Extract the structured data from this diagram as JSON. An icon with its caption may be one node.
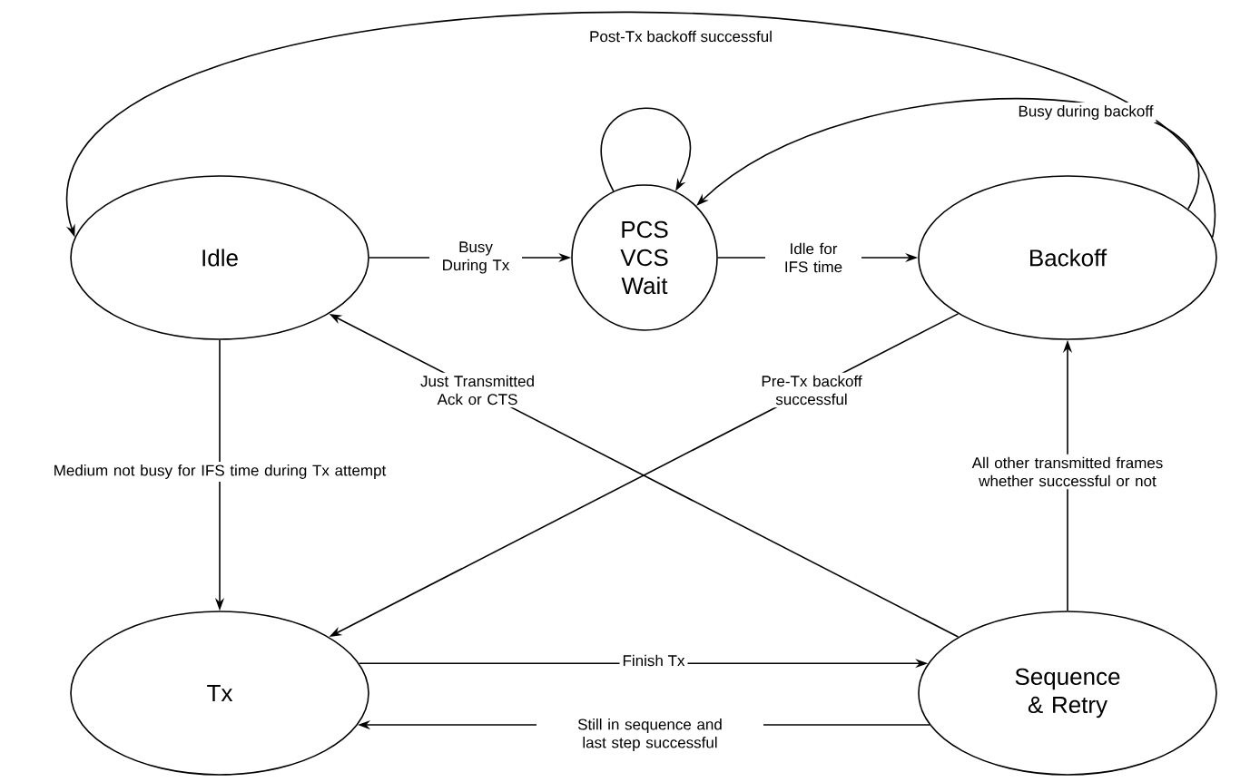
{
  "diagram": {
    "nodes": [
      {
        "text": [
          "Idle"
        ]
      },
      {
        "text": [
          "PCS VCS Wait"
        ]
      },
      {
        "text": [
          "Backoff"
        ]
      },
      {
        "text": [
          "Tx"
        ]
      },
      {
        "text": [
          "Sequence & Retry"
        ]
      }
    ],
    "edges": [
      {
        "from": 2,
        "to": 0,
        "arrow": "to",
        "label": "Post-Tx backoff successful"
      },
      {
        "from": 1,
        "to": 1,
        "arrow": "to"
      },
      {
        "from": 2,
        "to": 1,
        "arrow": "to",
        "label": "Busy during backoff"
      },
      {
        "from": 0,
        "to": 1,
        "arrow": "to",
        "label": "Busy During Tx"
      },
      {
        "from": 1,
        "to": 2,
        "arrow": "to",
        "label": "Idle for IFS time"
      },
      {
        "from": 4,
        "to": 0,
        "arrow": "to",
        "label": "Just Transmitted Ack or CTS"
      },
      {
        "from": 2,
        "to": 3,
        "arrow": "to",
        "label": "Pre-Tx backoff successful"
      },
      {
        "from": 0,
        "to": 3,
        "arrow": "to",
        "label": "Medium not busy for IFS time during Tx attempt"
      },
      {
        "from": 4,
        "to": 2,
        "arrow": "to",
        "label": "All other transmitted frames whether successful or not"
      },
      {
        "from": 3,
        "to": 4,
        "arrow": "to",
        "label": "Finish Tx"
      },
      {
        "from": 4,
        "to": 3,
        "arrow": "to",
        "label": "Still in sequence and last step successful"
      }
    ]
  }
}
